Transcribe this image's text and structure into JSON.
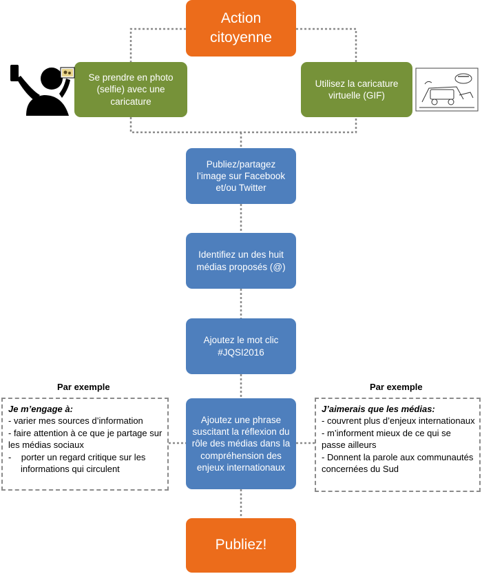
{
  "top": {
    "label": "Action\ncitoyenne"
  },
  "branches": {
    "left": {
      "label": "Se prendre en photo (selfie) avec une caricature",
      "icon": "selfie-person-icon"
    },
    "right": {
      "label": "Utilisez la caricature virtuelle (GIF)",
      "icon": "cartoon-sketch-icon"
    }
  },
  "steps": [
    {
      "label": "Publiez/partagez l’image sur Facebook et/ou Twitter"
    },
    {
      "label": "Identifiez un des huit médias proposés (@)"
    },
    {
      "label": "Ajoutez le mot clic #JQSI2016"
    },
    {
      "label": "Ajoutez une phrase suscitant la réflexion du rôle des médias dans la compréhension des enjeux internationaux"
    }
  ],
  "final": {
    "label": "Publiez!"
  },
  "examples": {
    "left": {
      "title": "Par exemple",
      "heading": "Je m’engage à:",
      "lines": [
        "- varier mes sources d’information",
        "- faire attention à ce que je partage sur les médias sociaux",
        "-    porter un regard critique sur les informations qui circulent"
      ]
    },
    "right": {
      "title": "Par exemple",
      "heading": "J’aimerais que les médias:",
      "lines": [
        "- couvrent plus d’enjeux internationaux",
        "- m’informent mieux de ce qui se passe ailleurs",
        "- Donnent la parole aux communautés  concernées du Sud"
      ]
    }
  },
  "colors": {
    "orange": "#ec6c1b",
    "green": "#769239",
    "blue": "#4e7fbd",
    "connector": "#8a8a8a"
  }
}
